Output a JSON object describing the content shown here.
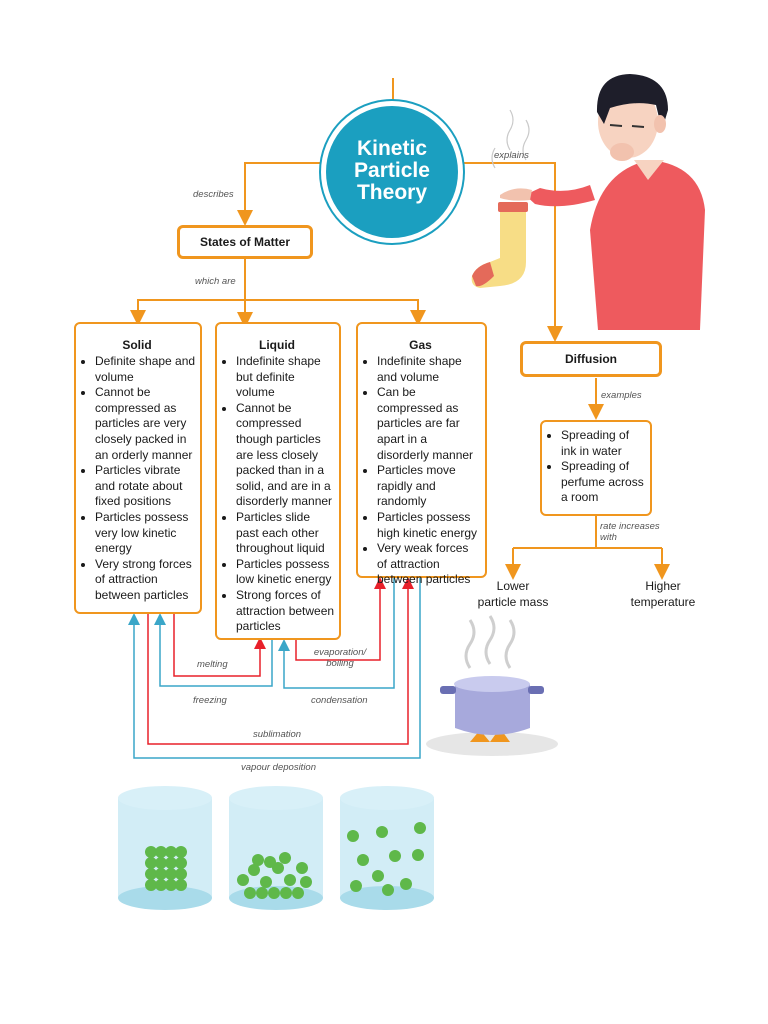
{
  "center": {
    "title_lines": [
      "Kinetic",
      "Particle",
      "Theory"
    ]
  },
  "links": {
    "describes": "describes",
    "explains": "explains",
    "which_are": "which are",
    "examples": "examples",
    "rate_increases_with": [
      "rate increases",
      "with"
    ]
  },
  "states_header": "States of Matter",
  "states": [
    {
      "title": "Solid",
      "points": [
        "Definite shape and volume",
        "Cannot be compressed as particles are very closely packed in an orderly manner",
        "Particles vibrate and rotate about fixed positions",
        "Particles possess very low kinetic energy",
        "Very strong forces of attraction between particles"
      ]
    },
    {
      "title": "Liquid",
      "points": [
        "Indefinite shape but definite volume",
        "Cannot be compressed though particles are less closely packed than in a solid, and are in a disorderly manner",
        "Particles slide past each other throughout liquid",
        "Particles possess low kinetic energy",
        "Strong forces of attraction between particles"
      ]
    },
    {
      "title": "Gas",
      "points": [
        "Indefinite shape and volume",
        "Can be compressed as particles are far apart in a disorderly manner",
        "Particles move rapidly and randomly",
        "Particles possess high kinetic energy",
        "Very weak forces of attraction between particles"
      ]
    }
  ],
  "diffusion": {
    "header": "Diffusion",
    "examples": [
      "Spreading of ink in water",
      "Spreading of perfume across a room"
    ],
    "factors": [
      {
        "lines": [
          "Lower",
          "particle mass"
        ]
      },
      {
        "lines": [
          "Higher",
          "temperature"
        ]
      }
    ]
  },
  "transitions": {
    "melting": "melting",
    "freezing": "freezing",
    "evaporation_boiling": [
      "evaporation/",
      "boiling"
    ],
    "condensation": "condensation",
    "sublimation": "sublimation",
    "vapour_deposition": "vapour deposition"
  },
  "colors": {
    "orange": "#f0961e",
    "teal": "#1b9fc0",
    "red": "#e8202a",
    "blue": "#3aa6c8",
    "particle_green": "#5fb84a",
    "beaker": "#bfe6f2"
  }
}
